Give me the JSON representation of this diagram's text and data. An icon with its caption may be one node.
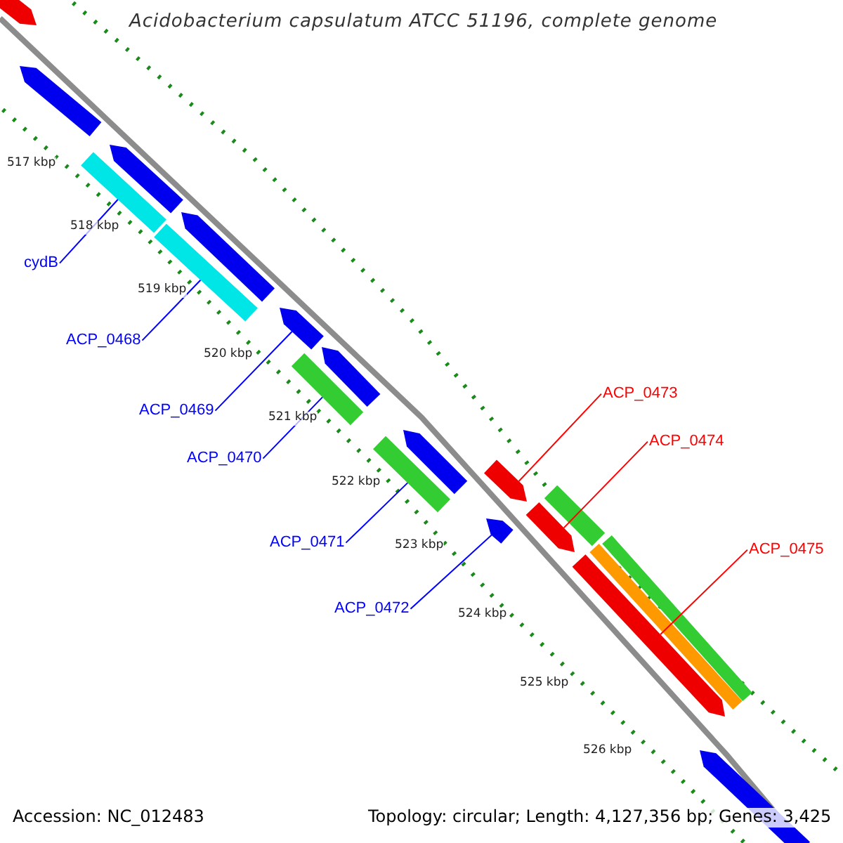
{
  "diagram": {
    "title": "Acidobacterium capsulatum ATCC 51196, complete genome",
    "nodes": [
      {
        "text": [
          "cydB"
        ]
      },
      {
        "text": [
          "ACP_0468"
        ]
      },
      {
        "text": [
          "ACP_0469"
        ]
      },
      {
        "text": [
          "ACP_0470"
        ]
      },
      {
        "text": [
          "ACP_0471"
        ]
      },
      {
        "text": [
          "ACP_0472"
        ]
      },
      {
        "text": [
          "ACP_0473"
        ]
      },
      {
        "text": [
          "ACP_0474"
        ]
      },
      {
        "text": [
          "ACP_0475"
        ]
      },
      {
        "text": [],
        "shape": "arrow"
      },
      {
        "text": [],
        "shape": "arrow"
      },
      {
        "text": [],
        "shape": "arrow"
      },
      {
        "text": [],
        "shape": "bar"
      },
      {
        "text": [],
        "shape": "arrow"
      },
      {
        "text": [],
        "shape": "bar"
      },
      {
        "text": [],
        "shape": "arrow"
      },
      {
        "text": [],
        "shape": "arrow"
      },
      {
        "text": [],
        "shape": "bar"
      },
      {
        "text": [],
        "shape": "arrow"
      },
      {
        "text": [],
        "shape": "bar"
      },
      {
        "text": [],
        "shape": "arrow"
      },
      {
        "text": [],
        "shape": "bar"
      },
      {
        "text": [],
        "shape": "arrow"
      },
      {
        "text": [],
        "shape": "arrow"
      },
      {
        "text": [],
        "shape": "bar"
      },
      {
        "text": [],
        "shape": "bar"
      },
      {
        "text": [],
        "shape": "arrow"
      },
      {
        "text": [],
        "shape": "arrow"
      }
    ],
    "edges": [
      {
        "from": 0,
        "to": 12,
        "arrow": "none"
      },
      {
        "from": 1,
        "to": 14,
        "arrow": "none"
      },
      {
        "from": 2,
        "to": 15,
        "arrow": "none"
      },
      {
        "from": 3,
        "to": 17,
        "arrow": "none"
      },
      {
        "from": 4,
        "to": 19,
        "arrow": "none"
      },
      {
        "from": 5,
        "to": 23,
        "arrow": "none"
      },
      {
        "from": 6,
        "to": 20,
        "arrow": "none",
        "color": "#ff0000"
      },
      {
        "from": 7,
        "to": 22,
        "arrow": "none",
        "color": "#ff0000"
      },
      {
        "from": 8,
        "to": 26,
        "arrow": "none",
        "color": "#ff0000"
      }
    ],
    "labels": [
      "517 kbp",
      "518 kbp",
      "519 kbp",
      "520 kbp",
      "521 kbp",
      "522 kbp",
      "523 kbp",
      "524 kbp",
      "525 kbp",
      "526 kbp",
      "Accession: NC_012483",
      "Topology: circular; Length: 4,127,356 bp; Genes: 3,425"
    ]
  }
}
